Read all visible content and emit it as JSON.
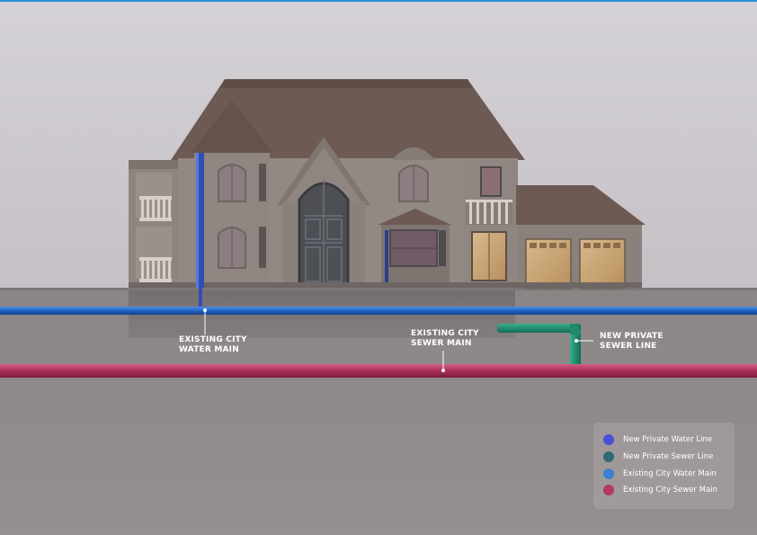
{
  "callouts": {
    "water_main": [
      "EXISTING CITY",
      "WATER MAIN"
    ],
    "sewer_main": [
      "EXISTING CITY",
      "SEWER MAIN"
    ],
    "private_sewer": [
      "NEW PRIVATE",
      "SEWER LINE"
    ]
  },
  "legend": {
    "items": [
      {
        "label": "New Private Water Line",
        "color": "#4a4fd6"
      },
      {
        "label": "New Private Sewer Line",
        "color": "#2f6a70"
      },
      {
        "label": "Existing City Water Main",
        "color": "#3d7fd0"
      },
      {
        "label": "Existing City Sewer Main",
        "color": "#b13a5e"
      }
    ]
  },
  "colors": {
    "private_water_line": "#2f4fb8",
    "private_sewer_line": "#1d8a6e",
    "city_water_main": "#1f63c6",
    "city_sewer_main": "#b02f5a",
    "sky": "#cdc9cf",
    "ground": "#8f8989"
  }
}
